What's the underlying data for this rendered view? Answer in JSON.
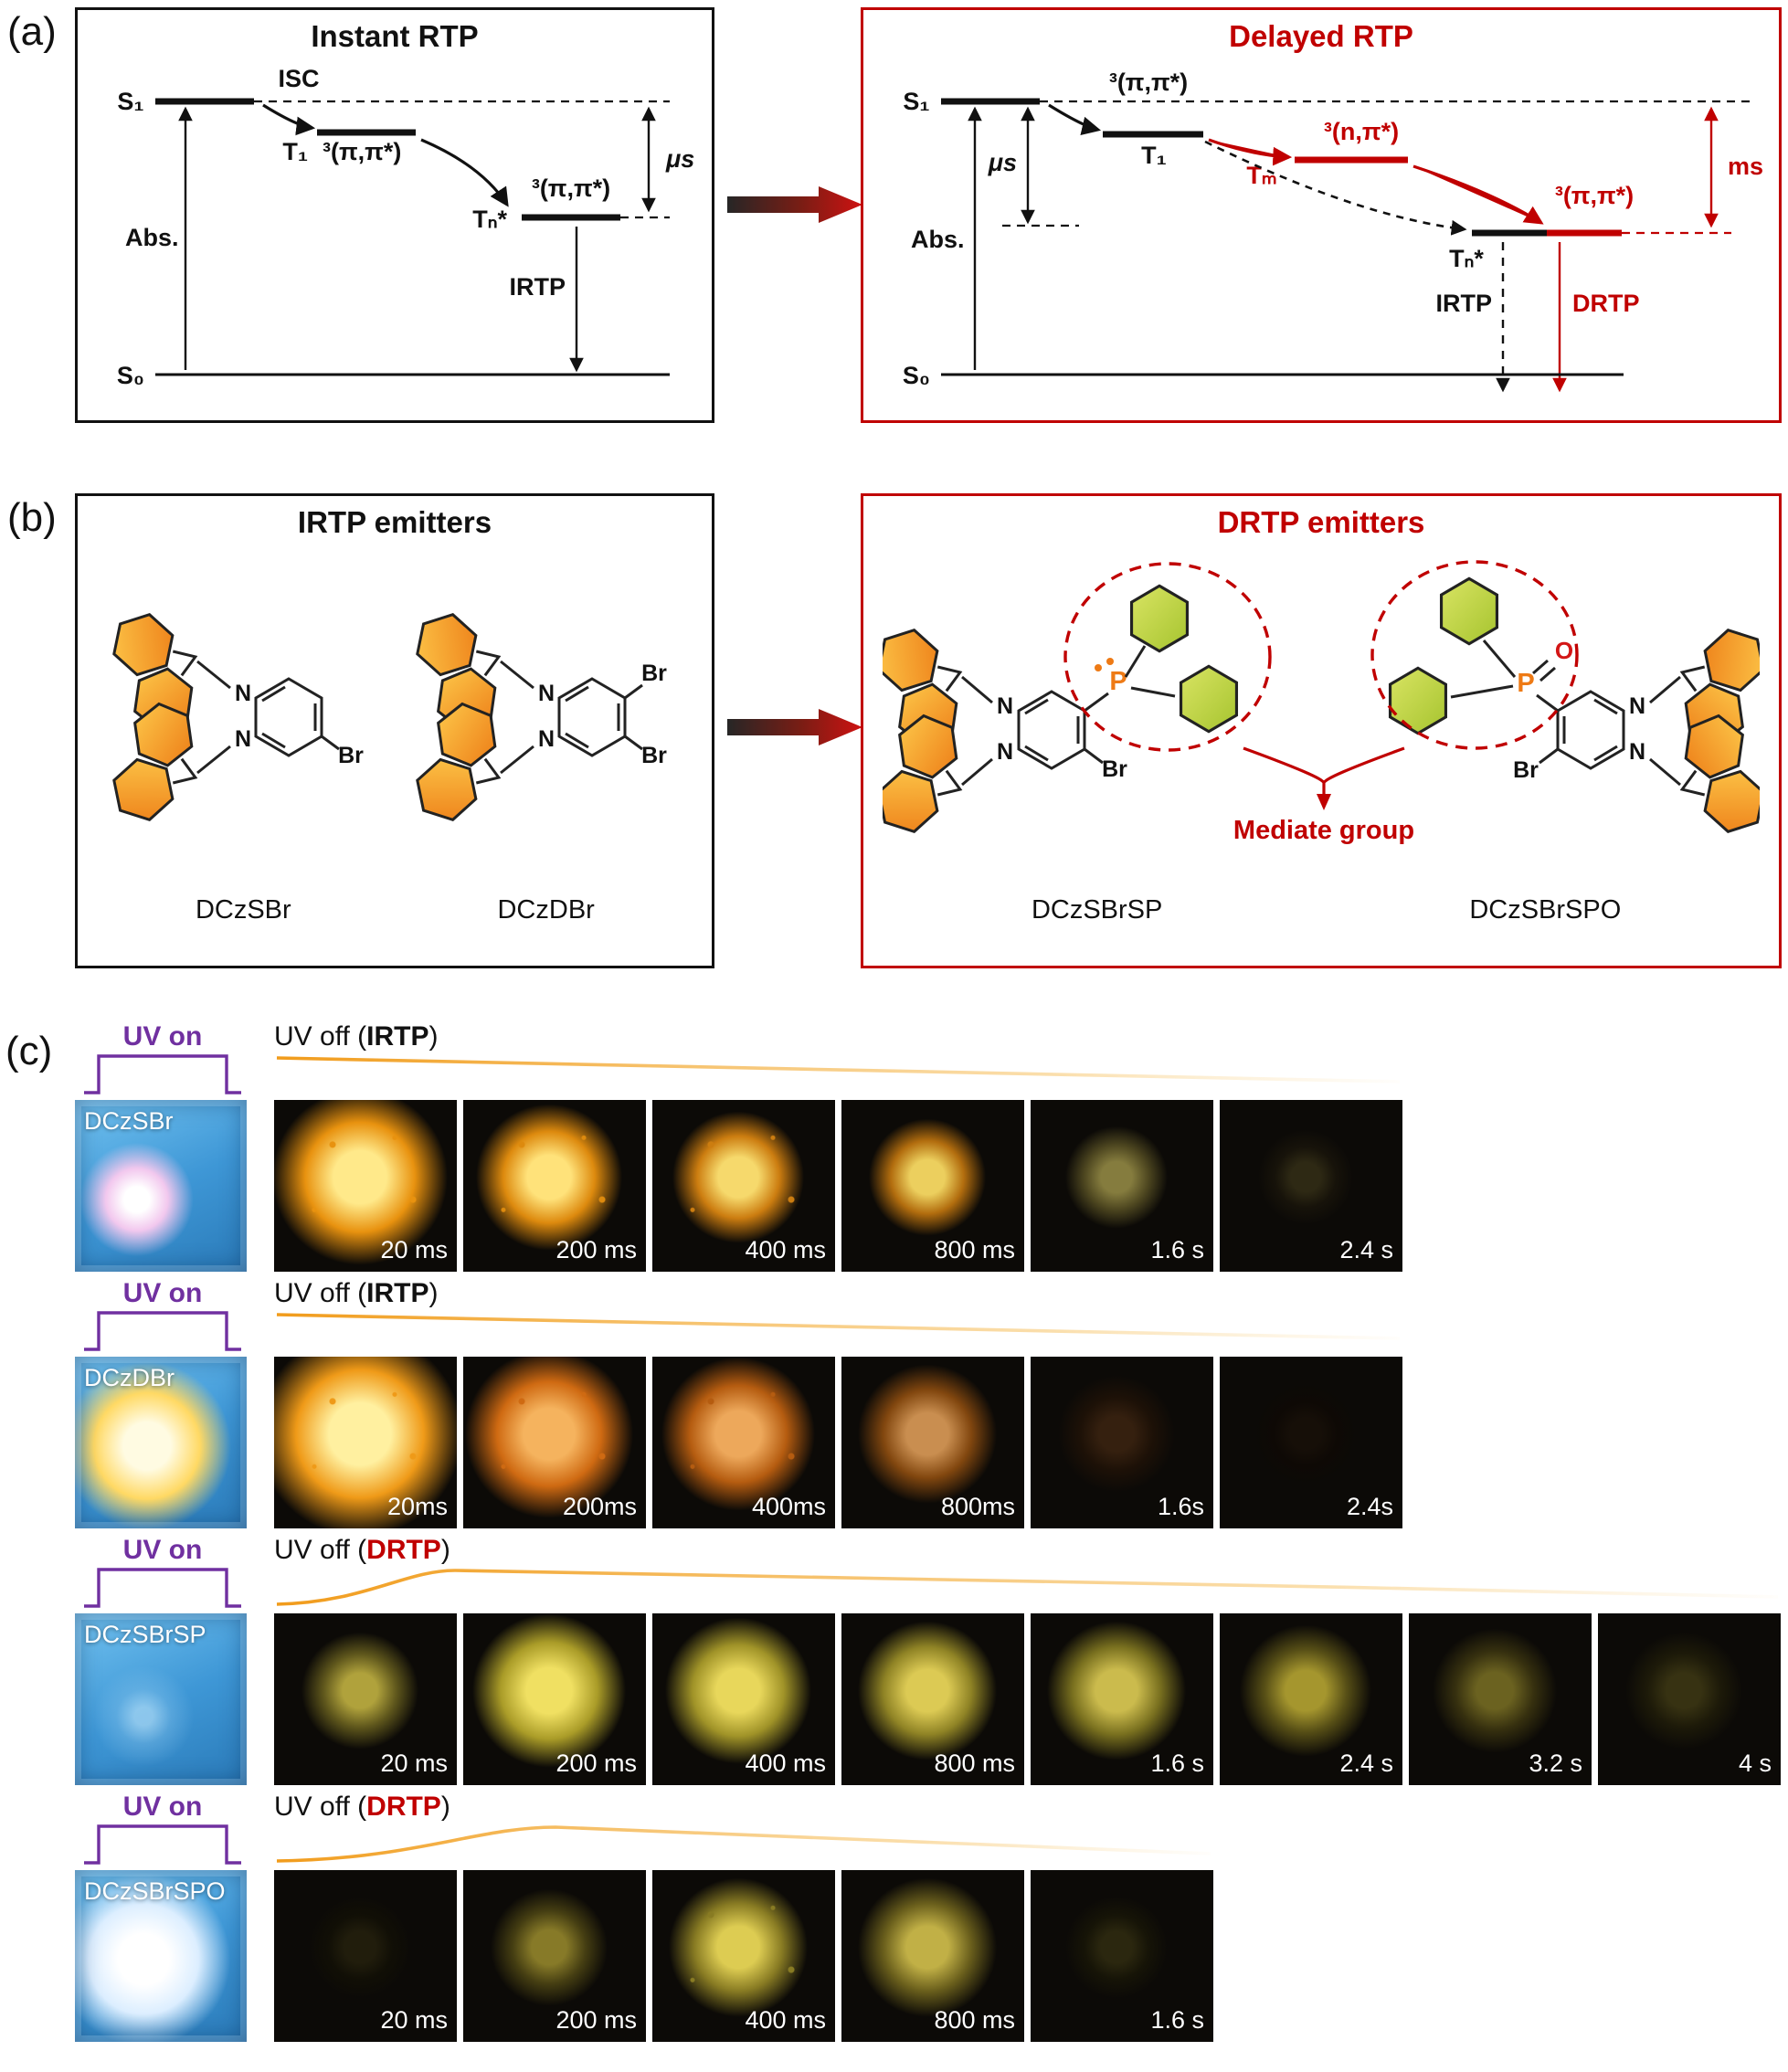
{
  "panels": {
    "a": "(a)",
    "b": "(b)",
    "c": "(c)"
  },
  "panel_a": {
    "left": {
      "title": "Instant RTP",
      "s1": "S₁",
      "s0": "S₀",
      "isc": "ISC",
      "t1": "T₁",
      "t1_state": "³(π,π*)",
      "tn_state": "³(π,π*)",
      "tn": "Tₙ*",
      "lifetime": "μs",
      "abs": "Abs.",
      "irtp": "IRTP"
    },
    "right": {
      "title": "Delayed RTP",
      "s1": "S₁",
      "s0": "S₀",
      "t1_state": "³(π,π*)",
      "lifetime_s1": "μs",
      "t1": "T₁",
      "tm": "Tₘ",
      "n_state": "³(n,π*)",
      "tn_state": "³(π,π*)",
      "lifetime_tn": "ms",
      "tn": "Tₙ*",
      "abs": "Abs.",
      "irtp": "IRTP",
      "drtp": "DRTP"
    }
  },
  "panel_b": {
    "left": {
      "title": "IRTP emitters",
      "molecules": [
        {
          "name": "DCzSBr"
        },
        {
          "name": "DCzDBr"
        }
      ]
    },
    "right": {
      "title": "DRTP emitters",
      "mediate": "Mediate group",
      "molecules": [
        {
          "name": "DCzSBrSP"
        },
        {
          "name": "DCzSBrSPO"
        }
      ]
    },
    "atoms": {
      "n": "N",
      "br": "Br",
      "p": "P",
      "o": "O"
    }
  },
  "panel_c": {
    "rows": [
      {
        "sample": "DCzSBr",
        "uv_on": "UV on",
        "uv_off_pre": "UV off (",
        "mode": "IRTP",
        "uv_off_post": ")",
        "mode_red": false,
        "curve": {
          "type": "decay",
          "peak": 0
        },
        "uv_photo": {
          "label": "DCzSBr",
          "bx": 36,
          "by": 58,
          "core": "#ffffff",
          "glow": "#f2c8ee",
          "r1": 14,
          "r2": 34,
          "r3": 62
        },
        "frames": [
          {
            "time": "20 ms",
            "core": "#ffe98a",
            "halo": "#e8920f",
            "size": 1.2,
            "sp": true
          },
          {
            "time": "200 ms",
            "core": "#ffe27a",
            "halo": "#dd8a0e",
            "size": 1.0,
            "sp": true
          },
          {
            "time": "400 ms",
            "core": "#f6d96c",
            "halo": "#cc7d10",
            "size": 0.9,
            "sp": true
          },
          {
            "time": "800 ms",
            "core": "#eccf5e",
            "halo": "#b26d0e",
            "size": 0.8,
            "sp": false
          },
          {
            "time": "1.6 s",
            "core": "#857c3e",
            "halo": "#4e4720",
            "size": 0.7,
            "sp": false
          },
          {
            "time": "2.4 s",
            "core": "#2e2914",
            "halo": "#17130a",
            "size": 0.65,
            "sp": false
          }
        ]
      },
      {
        "sample": "DCzDBr",
        "uv_on": "UV on",
        "uv_off_pre": "UV off (",
        "mode": "IRTP",
        "uv_off_post": ")",
        "mode_red": false,
        "curve": {
          "type": "decay",
          "peak": 0
        },
        "uv_photo": {
          "label": "DCzDBr",
          "bx": 42,
          "by": 52,
          "core": "#fffbe2",
          "glow": "#ffd964",
          "r1": 26,
          "r2": 58,
          "r3": 92
        },
        "frames": [
          {
            "time": "20ms",
            "core": "#fff0a0",
            "halo": "#ef9a18",
            "size": 1.4,
            "sp": true
          },
          {
            "time": "200ms",
            "core": "#f5b35e",
            "halo": "#cf6a12",
            "size": 1.15,
            "sp": true
          },
          {
            "time": "400ms",
            "core": "#eda85b",
            "halo": "#b55c10",
            "size": 1.05,
            "sp": true
          },
          {
            "time": "800ms",
            "core": "#c98e50",
            "halo": "#82470f",
            "size": 0.95,
            "sp": false
          },
          {
            "time": "1.6s",
            "core": "#35200f",
            "halo": "#1d1107",
            "size": 0.8,
            "sp": false
          },
          {
            "time": "2.4s",
            "core": "#160f08",
            "halo": "#0e0905",
            "size": 0.7,
            "sp": false
          }
        ]
      },
      {
        "sample": "DCzSBrSP",
        "uv_on": "UV on",
        "uv_off_pre": "UV off (",
        "mode": "DRTP",
        "uv_off_post": ")",
        "mode_red": true,
        "curve": {
          "type": "rise_decay",
          "peak": 0.12
        },
        "uv_photo": {
          "label": "DCzSBrSP",
          "bx": 40,
          "by": 60,
          "core": "rgba(205,238,255,0.55)",
          "glow": "rgba(150,205,240,0.3)",
          "r1": 10,
          "r2": 30,
          "r3": 55
        },
        "frames": [
          {
            "time": "20 ms",
            "core": "#b0a23c",
            "halo": "#5f571c",
            "size": 0.8,
            "sp": false
          },
          {
            "time": "200 ms",
            "core": "#f0e062",
            "halo": "#aa9c28",
            "size": 1.05,
            "sp": false
          },
          {
            "time": "400 ms",
            "core": "#e8d75b",
            "halo": "#a09328",
            "size": 1.0,
            "sp": false
          },
          {
            "time": "800 ms",
            "core": "#dcca54",
            "halo": "#8f8325",
            "size": 0.95,
            "sp": false
          },
          {
            "time": "1.6 s",
            "core": "#cbbb4d",
            "halo": "#79701f",
            "size": 0.95,
            "sp": false
          },
          {
            "time": "2.4 s",
            "core": "#a5962e",
            "halo": "#574f16",
            "size": 0.9,
            "sp": false
          },
          {
            "time": "3.2 s",
            "core": "#6b6220",
            "halo": "#36300f",
            "size": 0.85,
            "sp": false
          },
          {
            "time": "4 s",
            "core": "#373212",
            "halo": "#1d1a09",
            "size": 0.8,
            "sp": false
          }
        ]
      },
      {
        "sample": "DCzSBrSPO",
        "uv_on": "UV on",
        "uv_off_pre": "UV off (",
        "mode": "DRTP",
        "uv_off_post": ")",
        "mode_red": true,
        "curve": {
          "type": "rise_decay",
          "peak": 0.3
        },
        "uv_photo": {
          "label": "DCzSBrSPO",
          "bx": 40,
          "by": 52,
          "core": "#ffffff",
          "glow": "#dceeff",
          "r1": 28,
          "r2": 60,
          "r3": 95
        },
        "frames": [
          {
            "time": "20 ms",
            "core": "#211d0c",
            "halo": "#110f06",
            "size": 0.7,
            "sp": false
          },
          {
            "time": "200 ms",
            "core": "#877a28",
            "halo": "#453e12",
            "size": 0.8,
            "sp": false
          },
          {
            "time": "400 ms",
            "core": "#ddcc52",
            "halo": "#887b23",
            "size": 0.95,
            "sp": true
          },
          {
            "time": "800 ms",
            "core": "#c1b046",
            "halo": "#6a5f1c",
            "size": 0.95,
            "sp": false
          },
          {
            "time": "1.6 s",
            "core": "#2b270f",
            "halo": "#161407",
            "size": 0.7,
            "sp": false
          }
        ]
      }
    ]
  },
  "colors": {
    "accent_red": "#c00000",
    "purple": "#7030a0",
    "curve_orange": "#f59d1a"
  }
}
